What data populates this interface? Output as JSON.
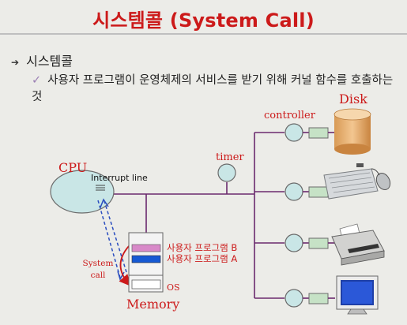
{
  "title": "시스템콜 (System Call)",
  "bullet_main": "시스템콜",
  "bullet_sub": "사용자 프로그램이 운영체제의 서비스를 받기 위해 커널 함수를 호출하는 것",
  "labels": {
    "cpu": "CPU",
    "interrupt_line": "Interrupt line",
    "timer": "timer",
    "controller": "controller",
    "disk": "Disk",
    "memory": "Memory",
    "program_b": "사용자 프로그램 B",
    "program_a": "사용자 프로그램 A",
    "os": "OS",
    "system_call": "System call"
  },
  "colors": {
    "title": "#cc1a1a",
    "label": "#cc1a1a",
    "node_fill": "#c9e6e6",
    "bus": "#6b2a6e",
    "program_b": "#d889c9",
    "program_a": "#1659d4"
  },
  "icons": [
    "disk-icon",
    "keyboard-mouse-icon",
    "printer-icon",
    "monitor-icon"
  ]
}
